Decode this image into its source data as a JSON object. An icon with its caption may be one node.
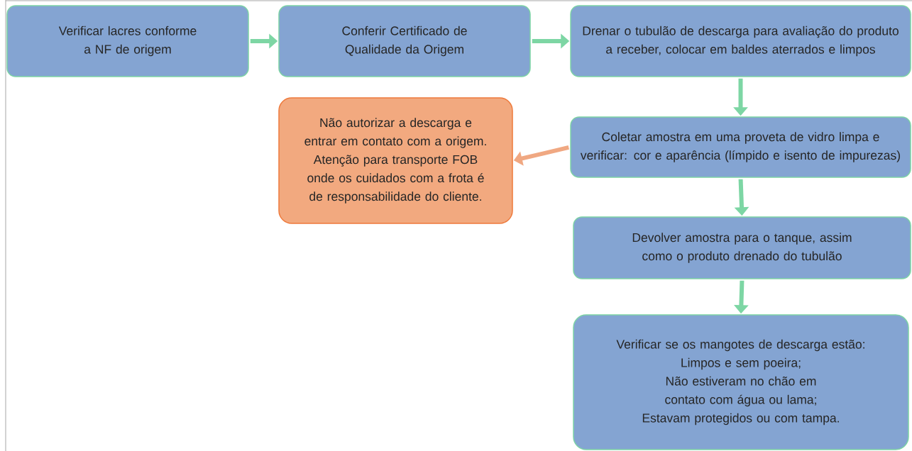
{
  "diagram": {
    "nodes": [
      {
        "text": [
          "Verificar lacres conforme a NF de origem"
        ]
      },
      {
        "text": [
          "Conferir Certificado de Qualidade da Origem"
        ]
      },
      {
        "text": [
          "Drenar o tubulão de descarga para avaliação do produto a receber, colocar em baldes aterrados e limpos"
        ]
      },
      {
        "text": [
          "Não autorizar a descarga e entrar em contato com a origem. Atenção para transporte FOB onde os cuidados com a frota é de responsabilidade do cliente."
        ]
      },
      {
        "text": [
          "Coletar amostra em uma proveta de vidro limpa e verificar: cor e aparência (límpido e isento de impurezas)"
        ]
      },
      {
        "text": [
          "Devolver amostra para o tanque, assim como o produto drenado do tubulão"
        ]
      },
      {
        "text": [
          "Verificar se os mangotes de descarga estão:",
          "Limpos e sem poeira;",
          "Não estiveram no chão em contato com água ou lama;",
          "Estavam protegidos ou com tampa."
        ]
      }
    ],
    "edges": [
      {
        "from": 0,
        "to": 1,
        "arrow": "to"
      },
      {
        "from": 1,
        "to": 2,
        "arrow": "to"
      },
      {
        "from": 2,
        "to": 4,
        "arrow": "to"
      },
      {
        "from": 4,
        "to": 3,
        "arrow": "to",
        "color": "#f0a882"
      },
      {
        "from": 4,
        "to": 5,
        "arrow": "to"
      },
      {
        "from": 5,
        "to": 6,
        "arrow": "to"
      }
    ]
  }
}
